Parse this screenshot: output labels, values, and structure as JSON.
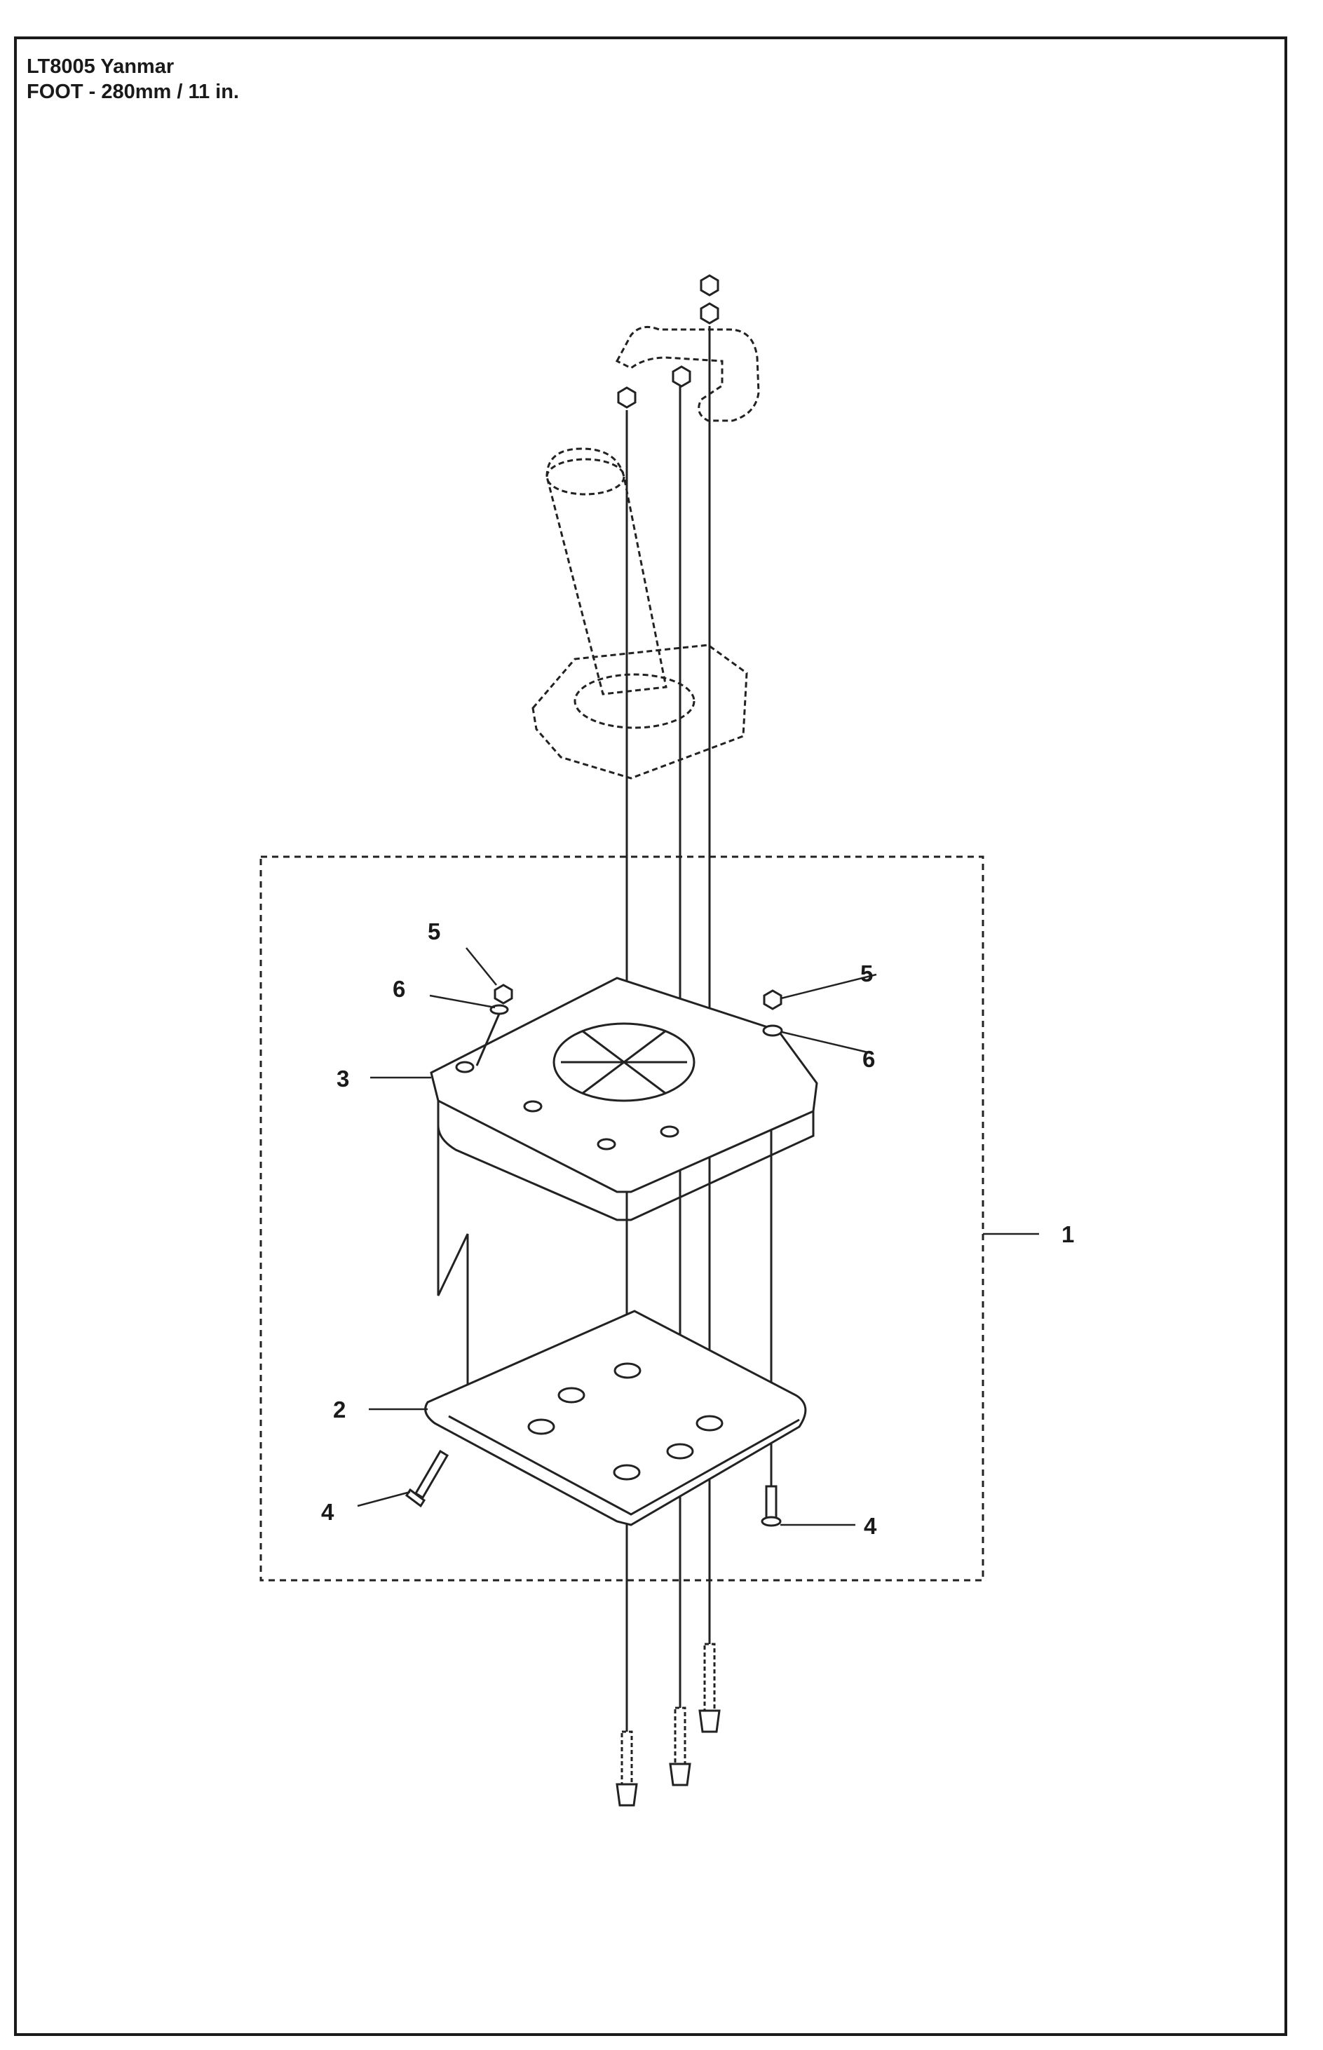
{
  "title": {
    "line1": "LT8005 Yanmar",
    "line2": "FOOT - 280mm / 11 in."
  },
  "callouts": {
    "c1": "1",
    "c2": "2",
    "c3": "3",
    "c4a": "4",
    "c4b": "4",
    "c5a": "5",
    "c5b": "5",
    "c6a": "6",
    "c6b": "6"
  }
}
